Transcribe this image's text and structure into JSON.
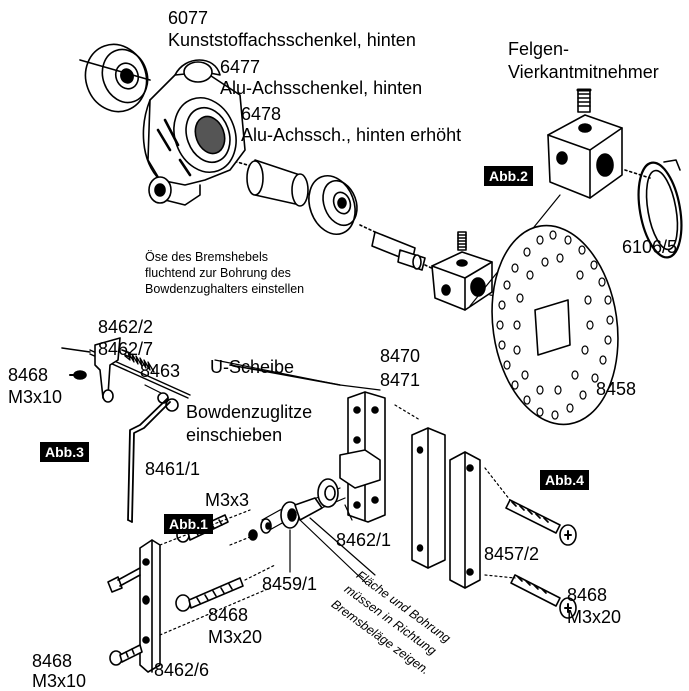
{
  "labels": {
    "p6077_num": "6077",
    "p6077_txt": "Kunststoffachsschenkel, hinten",
    "p6477_num": "6477",
    "p6477_txt": "Alu-Achsschenkel, hinten",
    "p6478_num": "6478",
    "p6478_txt": "Alu-Achssch., hinten erhöht",
    "felgen_1": "Felgen-",
    "felgen_2": "Vierkantmitnehmer",
    "p6106": "6106/5",
    "oese_1": "Öse des Bremshebels",
    "oese_2": "fluchtend zur Bohrung des",
    "oese_3": "Bowdenzughalters einstellen",
    "p8462_2": "8462/2",
    "p8462_7": "8462/7",
    "p8463": "8463",
    "uscheibe": "U-Scheibe",
    "p8468_a": "8468",
    "m3x10_a": "M3x10",
    "bowden_1": "Bowdenzuglitze",
    "bowden_2": "einschieben",
    "p8470": "8470",
    "p8471": "8471",
    "p8458": "8458",
    "p8461_1": "8461/1",
    "m3x3": "M3x3",
    "p8462_1": "8462/1",
    "p8459_1": "8459/1",
    "p8457_2": "8457/2",
    "p8468_b": "8468",
    "m3x20_b": "M3x20",
    "p8468_c": "8468",
    "m3x20_c": "M3x20",
    "p8468_d": "8468",
    "m3x10_d": "M3x10",
    "p8462_6": "8462/6",
    "flaeche_1": "Fläche und Bohrung",
    "flaeche_2": "müssen in Richtung",
    "flaeche_3": "Bremsbeläge zeigen."
  },
  "badges": {
    "abb1": "Abb.1",
    "abb2": "Abb.2",
    "abb3": "Abb.3",
    "abb4": "Abb.4"
  },
  "colors": {
    "ink": "#000000",
    "paper": "#ffffff"
  }
}
